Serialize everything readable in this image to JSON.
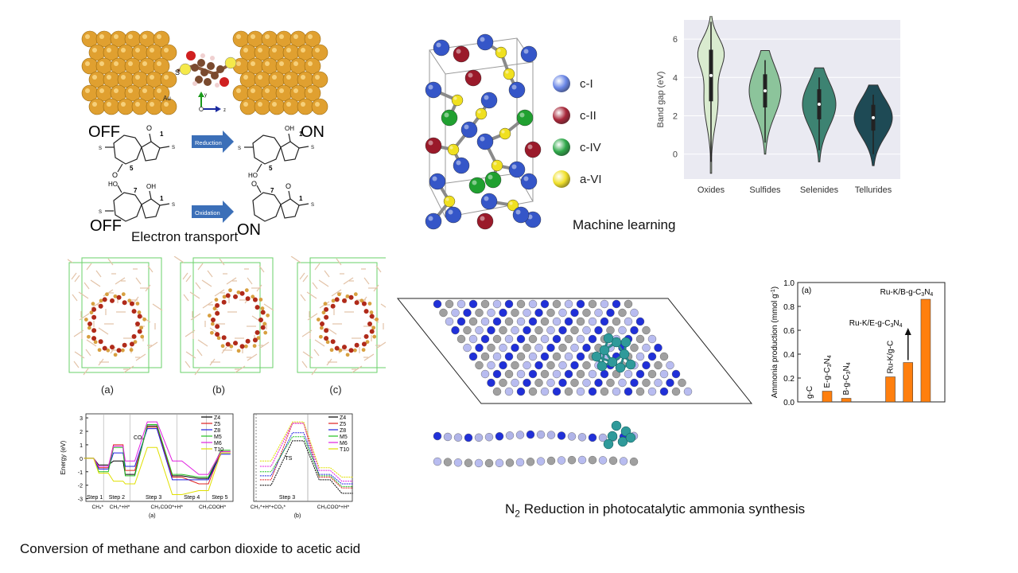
{
  "captions": {
    "electron_transport": "Electron transport",
    "machine_learning": "Machine learning",
    "n2_prefix": "N",
    "n2_sub": "2",
    "n2_rest": " Reduction in photocatalytic ammonia synthesis",
    "methane": "Conversion of methane and carbon dioxide to acetic acid"
  },
  "molecule": {
    "au_label": "Au",
    "s_label": "S",
    "axis_y": "y",
    "axis_z": "z",
    "off": "OFF",
    "on": "ON",
    "reduction": "Reduction",
    "oxidation": "Oxidation",
    "num1": "1",
    "num5": "5",
    "num7": "7",
    "oh": "OH",
    "ho": "HO",
    "o": "O",
    "s": "S"
  },
  "crystal_legend": [
    {
      "label": "c-I",
      "color": "#6a86e6"
    },
    {
      "label": "c-II",
      "color": "#a8283a"
    },
    {
      "label": "c-IV",
      "color": "#2fa84a"
    },
    {
      "label": "a-VI",
      "color": "#f0e02a"
    }
  ],
  "zeolite_labels": [
    "(a)",
    "(b)",
    "(c)"
  ],
  "chart_data": [
    {
      "type": "violin",
      "categories": [
        "Oxides",
        "Sulfides",
        "Selenides",
        "Tellurides"
      ],
      "ylabel": "Band gap (eV)",
      "yticks": [
        0,
        2,
        4,
        6
      ],
      "ylim": [
        -1.3,
        7.0
      ],
      "median": [
        4.1,
        3.3,
        2.6,
        1.9
      ],
      "range": [
        [
          -1.0,
          7.4
        ],
        [
          0.0,
          5.4
        ],
        [
          -0.4,
          4.5
        ],
        [
          -0.6,
          3.6
        ]
      ],
      "colors": [
        "#d9ebcf",
        "#8cc49b",
        "#3d8372",
        "#1e4a55"
      ],
      "grid": true
    },
    {
      "type": "bar",
      "panel": "(a)",
      "ylabel": "Ammonia production (mmol g",
      "ylabel_sup": "-1",
      "ylabel_end": ")",
      "ylim": [
        0.0,
        1.0
      ],
      "yticks": [
        "0.0",
        "0.2",
        "0.4",
        "0.6",
        "0.8",
        "1.0"
      ],
      "categories": [
        "g-C",
        "E-g-C3N4",
        "B-g-C3N4",
        "Ru-K/g-C",
        "Ru-K/E-g-C3N4",
        "Ru-K/B-g-C3N4"
      ],
      "values": [
        0.0,
        0.09,
        0.03,
        0.21,
        0.33,
        0.86
      ],
      "bar_color": "#ff7f0e"
    },
    {
      "type": "line",
      "panel": "(a)",
      "ylabel": "Energy (eV)",
      "yticks": [
        3,
        2,
        1,
        0,
        -1,
        -2,
        -3
      ],
      "ylim": [
        -3.2,
        3.3
      ],
      "legend": [
        "Z4",
        "Z5",
        "Z8",
        "M5",
        "M6",
        "T10"
      ],
      "colors": [
        "#000000",
        "#e02020",
        "#2020e0",
        "#20c020",
        "#e020e0",
        "#e0e000"
      ],
      "steps": [
        "Step 1",
        "Step 2",
        "Step 3",
        "Step 4",
        "Step 5"
      ],
      "xlabels": [
        "CH₄*",
        "CH₃*+H*",
        "CH₃COO*+H*",
        "CH₃COOH*"
      ],
      "annotation": "CO₂",
      "sublabel": "(a)"
    },
    {
      "type": "line",
      "panel": "(b)",
      "legend": [
        "Z4",
        "Z5",
        "Z8",
        "M5",
        "M6",
        "T10"
      ],
      "colors": [
        "#000000",
        "#e02020",
        "#2020e0",
        "#20c020",
        "#e020e0",
        "#e0e000"
      ],
      "steps": [
        "Step 3"
      ],
      "annotation": "TS",
      "xlabels": [
        "CH₃*+H*+CO₂*",
        "CH₃COO*+H*"
      ],
      "sublabel": "(b)"
    }
  ]
}
